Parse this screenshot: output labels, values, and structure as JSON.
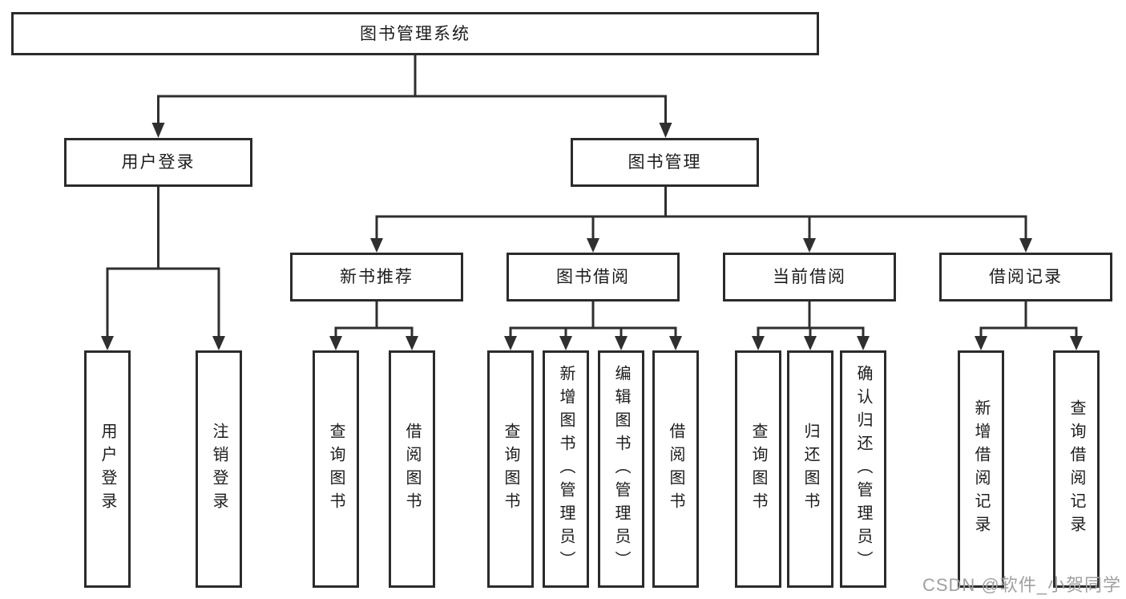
{
  "diagram": {
    "root": "图书管理系统",
    "branches": {
      "user_login": "用户登录",
      "book_mgmt": "图书管理"
    },
    "modules": {
      "new_books": "新书推荐",
      "book_borrow": "图书借阅",
      "current_borrow": "当前借阅",
      "borrow_records": "借阅记录"
    },
    "leaves": {
      "user_login": [
        "用户登录",
        "注销登录"
      ],
      "new_books": [
        "查询图书",
        "借阅图书"
      ],
      "book_borrow": [
        "查询图书",
        "新增图书（管理员）",
        "编辑图书（管理员）",
        "借阅图书"
      ],
      "current_borrow": [
        "查询图书",
        "归还图书",
        "确认归还（管理员）"
      ],
      "borrow_records": [
        "新增借阅记录",
        "查询借阅记录"
      ]
    }
  },
  "watermark": "CSDN @软件_小贺同学",
  "colors": {
    "line": "#2f2f2f",
    "box_border": "#2b2b2b",
    "text": "#1c1c1c",
    "watermark": "#a0a0a0",
    "background": "#ffffff"
  }
}
